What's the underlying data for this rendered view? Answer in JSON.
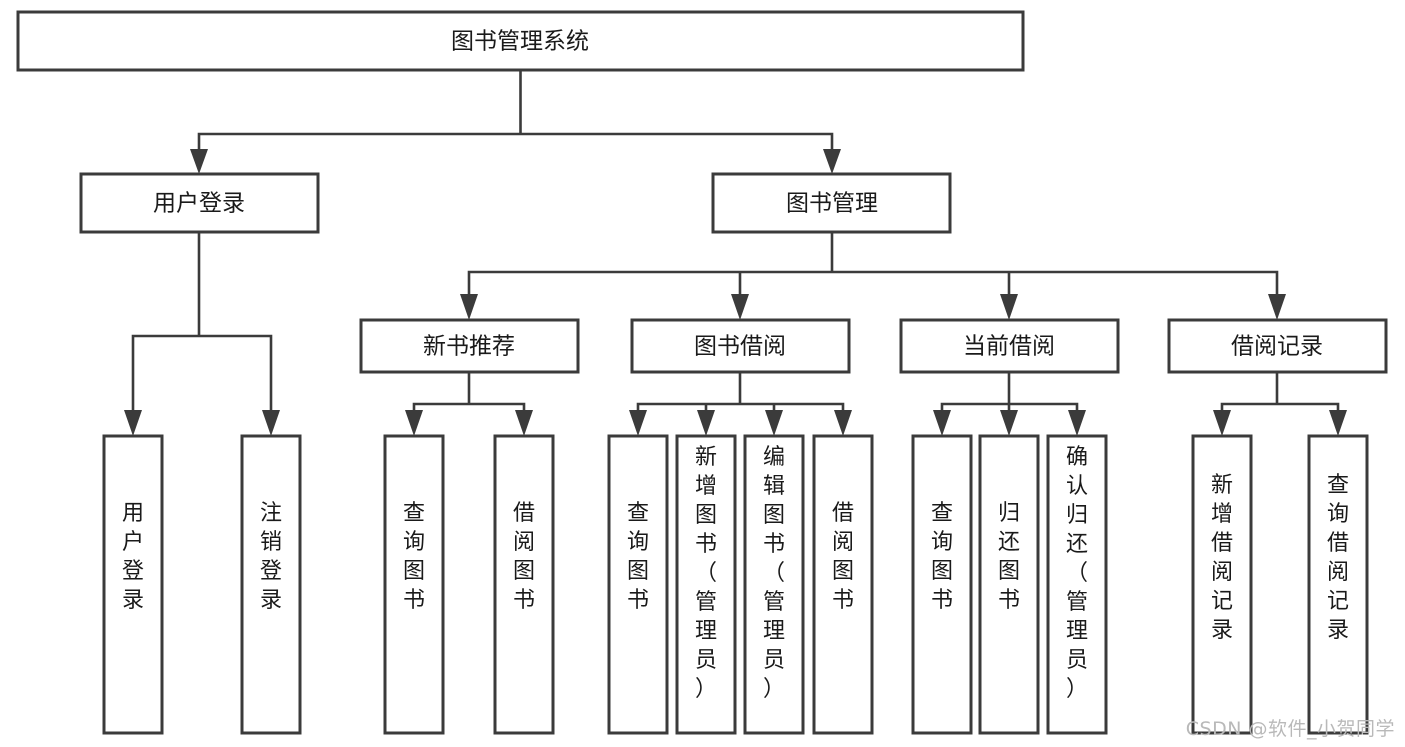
{
  "diagram": {
    "type": "tree",
    "title": "图书管理系统",
    "orientation": "top-down",
    "root": {
      "id": "root",
      "label": "图书管理系统",
      "level": 0
    },
    "level1": [
      {
        "id": "user-login",
        "label": "用户登录"
      },
      {
        "id": "book-manage",
        "label": "图书管理"
      }
    ],
    "level2": [
      {
        "id": "new-book-rec",
        "label": "新书推荐",
        "parent": "book-manage"
      },
      {
        "id": "book-borrow",
        "label": "图书借阅",
        "parent": "book-manage"
      },
      {
        "id": "current-borrow",
        "label": "当前借阅",
        "parent": "book-manage"
      },
      {
        "id": "borrow-record",
        "label": "借阅记录",
        "parent": "book-manage"
      }
    ],
    "leaves": {
      "user-login": [
        {
          "id": "leaf-user-login",
          "label": "用户登录"
        },
        {
          "id": "leaf-logout",
          "label": "注销登录"
        }
      ],
      "new-book-rec": [
        {
          "id": "leaf-query-book-1",
          "label": "查询图书"
        },
        {
          "id": "leaf-borrow-book-1",
          "label": "借阅图书"
        }
      ],
      "book-borrow": [
        {
          "id": "leaf-query-book-2",
          "label": "查询图书"
        },
        {
          "id": "leaf-add-book",
          "label": "新增图书（管理员）"
        },
        {
          "id": "leaf-edit-book",
          "label": "编辑图书（管理员）"
        },
        {
          "id": "leaf-borrow-book-2",
          "label": "借阅图书"
        }
      ],
      "current-borrow": [
        {
          "id": "leaf-query-book-3",
          "label": "查询图书"
        },
        {
          "id": "leaf-return-book",
          "label": "归还图书"
        },
        {
          "id": "leaf-confirm-return",
          "label": "确认归还（管理员）"
        }
      ],
      "borrow-record": [
        {
          "id": "leaf-add-record",
          "label": "新增借阅记录"
        },
        {
          "id": "leaf-query-record",
          "label": "查询借阅记录"
        }
      ]
    }
  },
  "colors": {
    "box_fill": "#ffffff",
    "box_stroke": "#3b3b3b",
    "text": "#1a1a1a",
    "background": "#ffffff",
    "watermark": "#b9b9b9"
  },
  "watermark": {
    "text": "CSDN @软件_小贺同学"
  }
}
